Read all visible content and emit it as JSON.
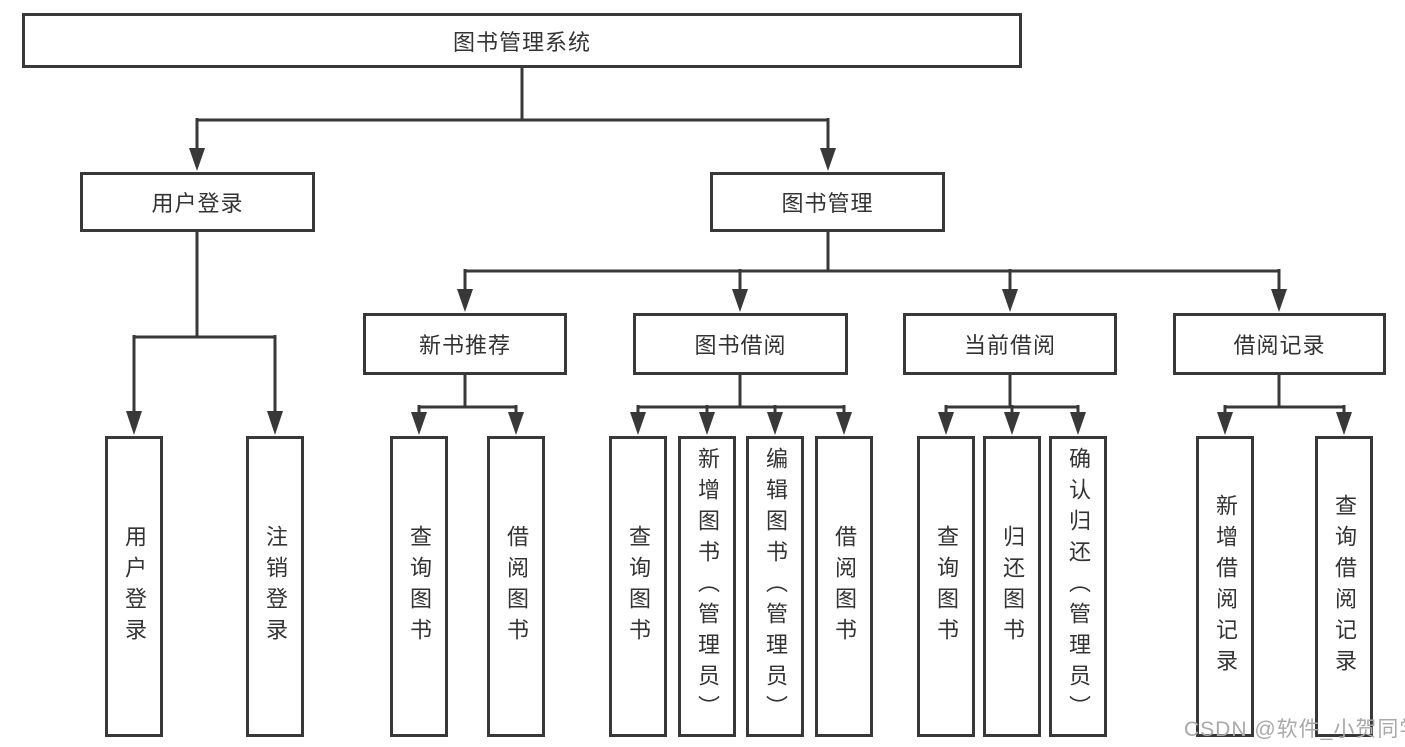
{
  "root": {
    "label": "图书管理系统"
  },
  "branch_user": {
    "label": "用户登录",
    "leaves": [
      {
        "label": "用户登录"
      },
      {
        "label": "注销登录"
      }
    ]
  },
  "branch_books": {
    "label": "图书管理",
    "groups": [
      {
        "label": "新书推荐",
        "leaves": [
          {
            "label": "查询图书"
          },
          {
            "label": "借阅图书"
          }
        ]
      },
      {
        "label": "图书借阅",
        "leaves": [
          {
            "label": "查询图书"
          },
          {
            "label": "新增图书（管理员）"
          },
          {
            "label": "编辑图书（管理员）"
          },
          {
            "label": "借阅图书"
          }
        ]
      },
      {
        "label": "当前借阅",
        "leaves": [
          {
            "label": "查询图书"
          },
          {
            "label": "归还图书"
          },
          {
            "label": "确认归还（管理员）"
          }
        ]
      },
      {
        "label": "借阅记录",
        "leaves": [
          {
            "label": "新增借阅记录"
          },
          {
            "label": "查询借阅记录"
          }
        ]
      }
    ]
  },
  "watermark": {
    "text": "CSDN @软件_小贺同学"
  },
  "colors": {
    "line": "#383838",
    "box_border": "#383838",
    "text": "#333333",
    "watermark": "#a9a9a9",
    "background": "#ffffff"
  }
}
